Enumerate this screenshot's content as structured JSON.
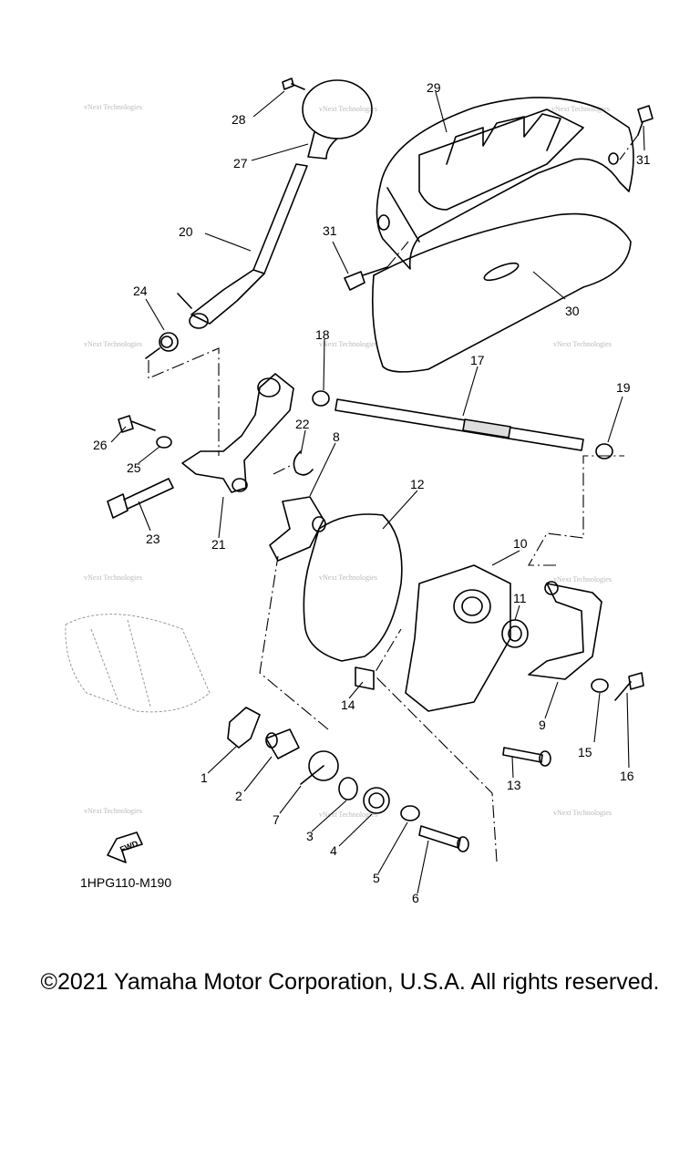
{
  "diagram": {
    "code": "1HPG110-M190",
    "fwd_label": "FWD",
    "watermark": "vNext Technologies",
    "callouts": [
      "1",
      "2",
      "3",
      "4",
      "5",
      "6",
      "7",
      "8",
      "9",
      "10",
      "11",
      "12",
      "13",
      "14",
      "15",
      "16",
      "17",
      "18",
      "19",
      "20",
      "21",
      "22",
      "23",
      "24",
      "25",
      "26",
      "27",
      "28",
      "29",
      "30",
      "31"
    ],
    "callout_31_second": "31"
  },
  "footer": {
    "copyright": "©2021 Yamaha Motor Corporation, U.S.A. All rights reserved."
  }
}
